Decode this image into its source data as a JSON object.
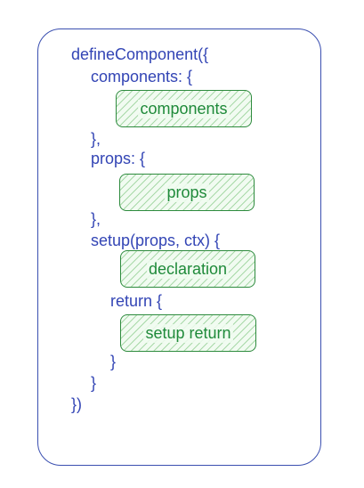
{
  "lines": {
    "define_component": "defineComponent({",
    "components_open": "components: {",
    "components_close": "},",
    "props_open": "props: {",
    "props_close": "},",
    "setup_open": "setup(props, ctx) {",
    "return_open": "return {",
    "return_close": "}",
    "setup_close": "}",
    "define_close": "})"
  },
  "boxes": {
    "components": "components",
    "props": "props",
    "declaration": "declaration",
    "setup_return": "setup return"
  },
  "colors": {
    "code_text": "#3345b5",
    "frame_stroke": "#3a4fb0",
    "box_stroke": "#2e8b3e",
    "box_text": "#1f8a3a",
    "box_hatch": "#6ebe6e"
  }
}
